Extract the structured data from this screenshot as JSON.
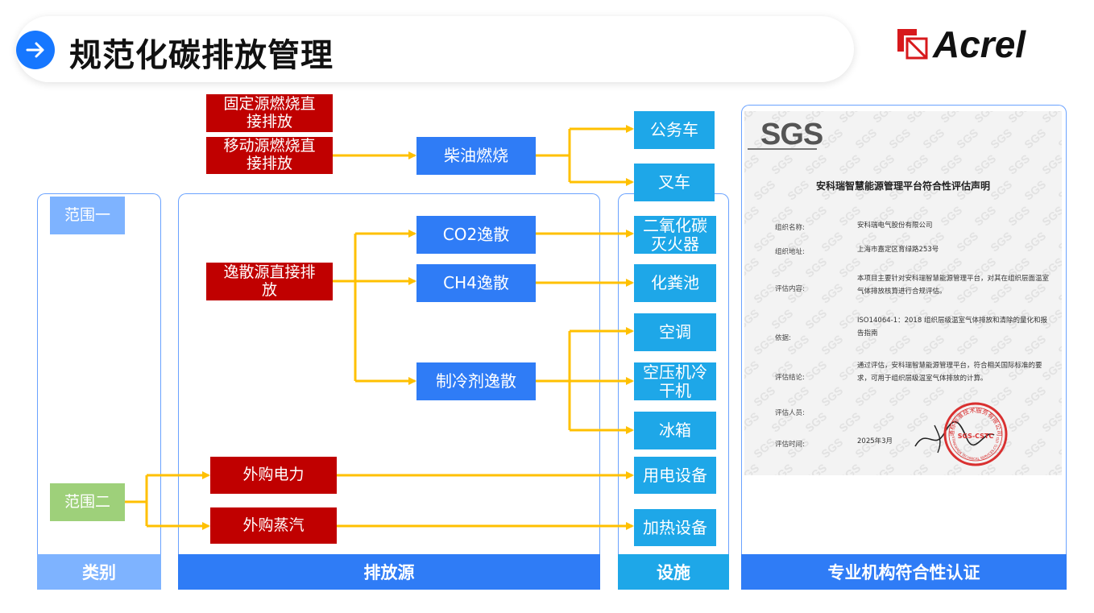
{
  "header": {
    "title": "规范化碳排放管理",
    "logo_text": "Acrel"
  },
  "columns": {
    "category": "类别",
    "emission_source": "排放源",
    "facility": "设施",
    "certification": "专业机构符合性认证"
  },
  "scopes": {
    "scope1": "范围一",
    "scope2": "范围二"
  },
  "sources": {
    "fixed_combustion": "固定源燃烧直接排放",
    "mobile_combustion": "移动源燃烧直接排放",
    "fugitive": "逸散源直接排放",
    "purchased_electricity": "外购电力",
    "purchased_steam": "外购蒸汽"
  },
  "processes": {
    "diesel": "柴油燃烧",
    "co2": "CO2逸散",
    "ch4": "CH4逸散",
    "refrigerant": "制冷剂逸散"
  },
  "facilities": {
    "official_car": "公务车",
    "forklift": "叉车",
    "co2_extinguisher": "二氧化碳灭火器",
    "septic_tank": "化粪池",
    "air_conditioner": "空调",
    "air_dryer": "空压机冷干机",
    "refrigerator": "冰箱",
    "electric_equipment": "用电设备",
    "heating_equipment": "加热设备"
  },
  "certificate": {
    "logo": "SGS",
    "title": "安科瑞智慧能源管理平台符合性评估声明",
    "rows": [
      {
        "key": "组织名称:",
        "value": "安科瑞电气股份有限公司"
      },
      {
        "key": "组织地址:",
        "value": "上海市嘉定区育绿路253号"
      },
      {
        "key": "评估内容:",
        "value": "本项目主要针对安科瑞智慧能源管理平台，对其在组织层面温室气体排放核算进行合规评估。"
      },
      {
        "key": "依据:",
        "value": "ISO14064-1：2018 组织层级温室气体排放和清除的量化和报告指南"
      },
      {
        "key": "评估结论:",
        "value": "通过评估，安科瑞智慧能源管理平台，符合相关国际标准的要求，可用于组织层级温室气体排放的计算。"
      },
      {
        "key": "评估人员:",
        "value": ""
      },
      {
        "key": "评估时间:",
        "value": "2025年3月"
      }
    ],
    "stamp_text": "通标标准技术服务有限公司",
    "stamp_center": "SGS-CSTC",
    "stamp_bottom": "STANDARDS TECHNICAL SERVICES CO. LTD.",
    "watermark": "SGS"
  },
  "colors": {
    "primary_blue": "#2f7cf6",
    "facility_cyan": "#1ea7e8",
    "source_red": "#c00000",
    "arrow_yellow": "#ffc000",
    "scope1_blue": "#7eb3ff",
    "scope2_green": "#9ed07a"
  }
}
